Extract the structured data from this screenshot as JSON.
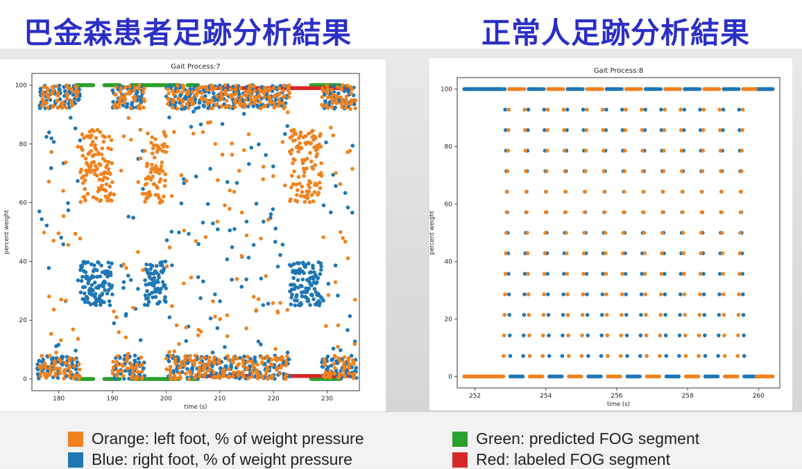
{
  "titles": {
    "left": "巴金森患者足跡分析結果",
    "right": "正常人足跡分析結果"
  },
  "colors": {
    "orange": "#f0821e",
    "blue": "#1f77b4",
    "green": "#2ca02c",
    "red": "#d62728",
    "title": "#2b2fc6"
  },
  "legend": [
    {
      "key": "orange",
      "label": "Orange: left foot, % of weight pressure"
    },
    {
      "key": "blue",
      "label": "Blue: right foot, % of weight pressure"
    },
    {
      "key": "green",
      "label": "Green: predicted FOG segment"
    },
    {
      "key": "red",
      "label": "Red: labeled FOG segment"
    }
  ],
  "chart_data": [
    {
      "type": "scatter",
      "title": "Gait Process:7",
      "xlabel": "time (s)",
      "ylabel": "percent weight",
      "xlim": [
        175,
        236
      ],
      "ylim": [
        -4,
        104
      ],
      "xticks": [
        180,
        190,
        200,
        210,
        220,
        230
      ],
      "yticks": [
        0,
        20,
        40,
        60,
        80,
        100
      ],
      "grid": false,
      "series": [
        {
          "key": "orange",
          "start": 176.5,
          "end": 235.3,
          "period": 0.9,
          "style": "chaotic"
        },
        {
          "key": "blue",
          "start": 176.0,
          "end": 235.5,
          "period": 0.9,
          "style": "chaotic"
        },
        {
          "key": "green",
          "segments": [
            {
              "x": [
                183.3,
                232
              ],
              "y": [
                100,
                0
              ]
            }
          ]
        },
        {
          "key": "red",
          "segments": [
            {
              "x": [
                206,
                210
              ],
              "y": [
                1.5,
                1.5
              ]
            },
            {
              "x": [
                212,
                216
              ],
              "y": [
                1.5,
                1.5
              ]
            },
            {
              "x": [
                222,
                234
              ],
              "y": [
                1.5,
                1.5
              ]
            },
            {
              "x": [
                207,
                234
              ],
              "y": [
                98.5,
                98.5
              ]
            }
          ]
        }
      ],
      "fog_green": [
        [
          183.3,
          186.5
        ],
        [
          188.5,
          191.5
        ],
        [
          193.5,
          202.5
        ],
        [
          204,
          206
        ],
        [
          227,
          232.5
        ]
      ],
      "fog_red": [
        [
          206,
          210
        ],
        [
          212,
          216
        ],
        [
          222,
          234
        ]
      ]
    },
    {
      "type": "scatter",
      "title": "Gait Process:8",
      "xlabel": "time (s)",
      "ylabel": "percent weight",
      "xlim": [
        251.5,
        260.6
      ],
      "ylim": [
        -4,
        104
      ],
      "xticks": [
        252,
        254,
        256,
        258,
        260
      ],
      "yticks": [
        0,
        20,
        40,
        60,
        80,
        100
      ],
      "grid": false,
      "steps": [
        252.8,
        253.35,
        253.9,
        254.45,
        255.0,
        255.55,
        256.1,
        256.65,
        257.2,
        257.75,
        258.3,
        258.85,
        259.4,
        259.95
      ],
      "series": [
        {
          "key": "orange",
          "start": 251.7,
          "end": 260.4
        },
        {
          "key": "blue",
          "start": 251.7,
          "end": 260.4
        }
      ]
    }
  ]
}
